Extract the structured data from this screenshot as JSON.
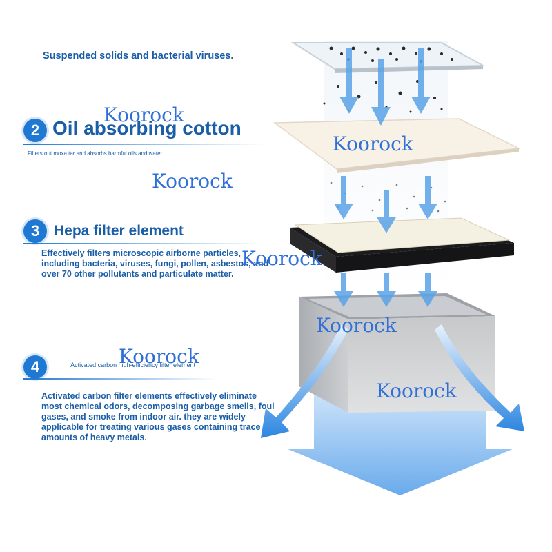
{
  "top_caption": "Suspended solids and bacterial viruses.",
  "steps": [
    {
      "number": "2",
      "title": "Oil absorbing cotton",
      "subtitle": "Filters out moxa tar and absorbs harmful oils and water."
    },
    {
      "number": "3",
      "title": "Hepa filter element",
      "description": "Effectively filters microscopic airborne particles, including bacteria, viruses, fungi, pollen, asbestos, and over 70 other pollutants and particulate matter."
    },
    {
      "number": "4",
      "title": "Activated carbon high-efficiency filter element",
      "description": "Activated carbon filter elements effectively eliminate most chemical odors, decomposing garbage smells, foul gases, and smoke from indoor air. they are widely applicable for treating various gases containing trace amounts of heavy metals."
    }
  ],
  "watermark": "Koorock",
  "colors": {
    "accent": "#1f78d1",
    "text": "#1a5ea8",
    "arrow": "#5aa3e8"
  }
}
